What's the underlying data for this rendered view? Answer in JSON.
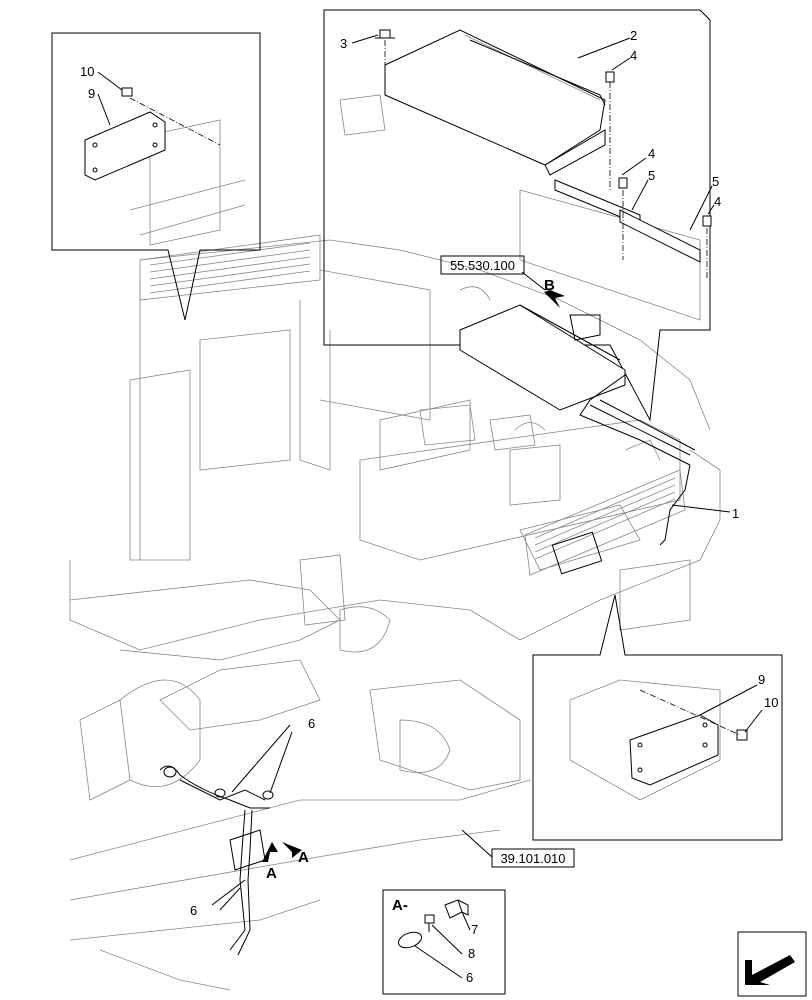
{
  "diagram": {
    "ref_labels": {
      "top_ref": "55.530.100",
      "bottom_ref": "39.101.010"
    },
    "callouts": {
      "c1": "1",
      "c2": "2",
      "c3": "3",
      "c4a": "4",
      "c4b": "4",
      "c4c": "4",
      "c5a": "5",
      "c5b": "5",
      "c6a": "6",
      "c6b": "6",
      "c6c": "6",
      "c7": "7",
      "c8": "8",
      "c9a": "9",
      "c9b": "9",
      "c10a": "10",
      "c10b": "10"
    },
    "view_letters": {
      "b": "B",
      "a1": "A",
      "a2": "A",
      "a_detail": "A-"
    }
  }
}
